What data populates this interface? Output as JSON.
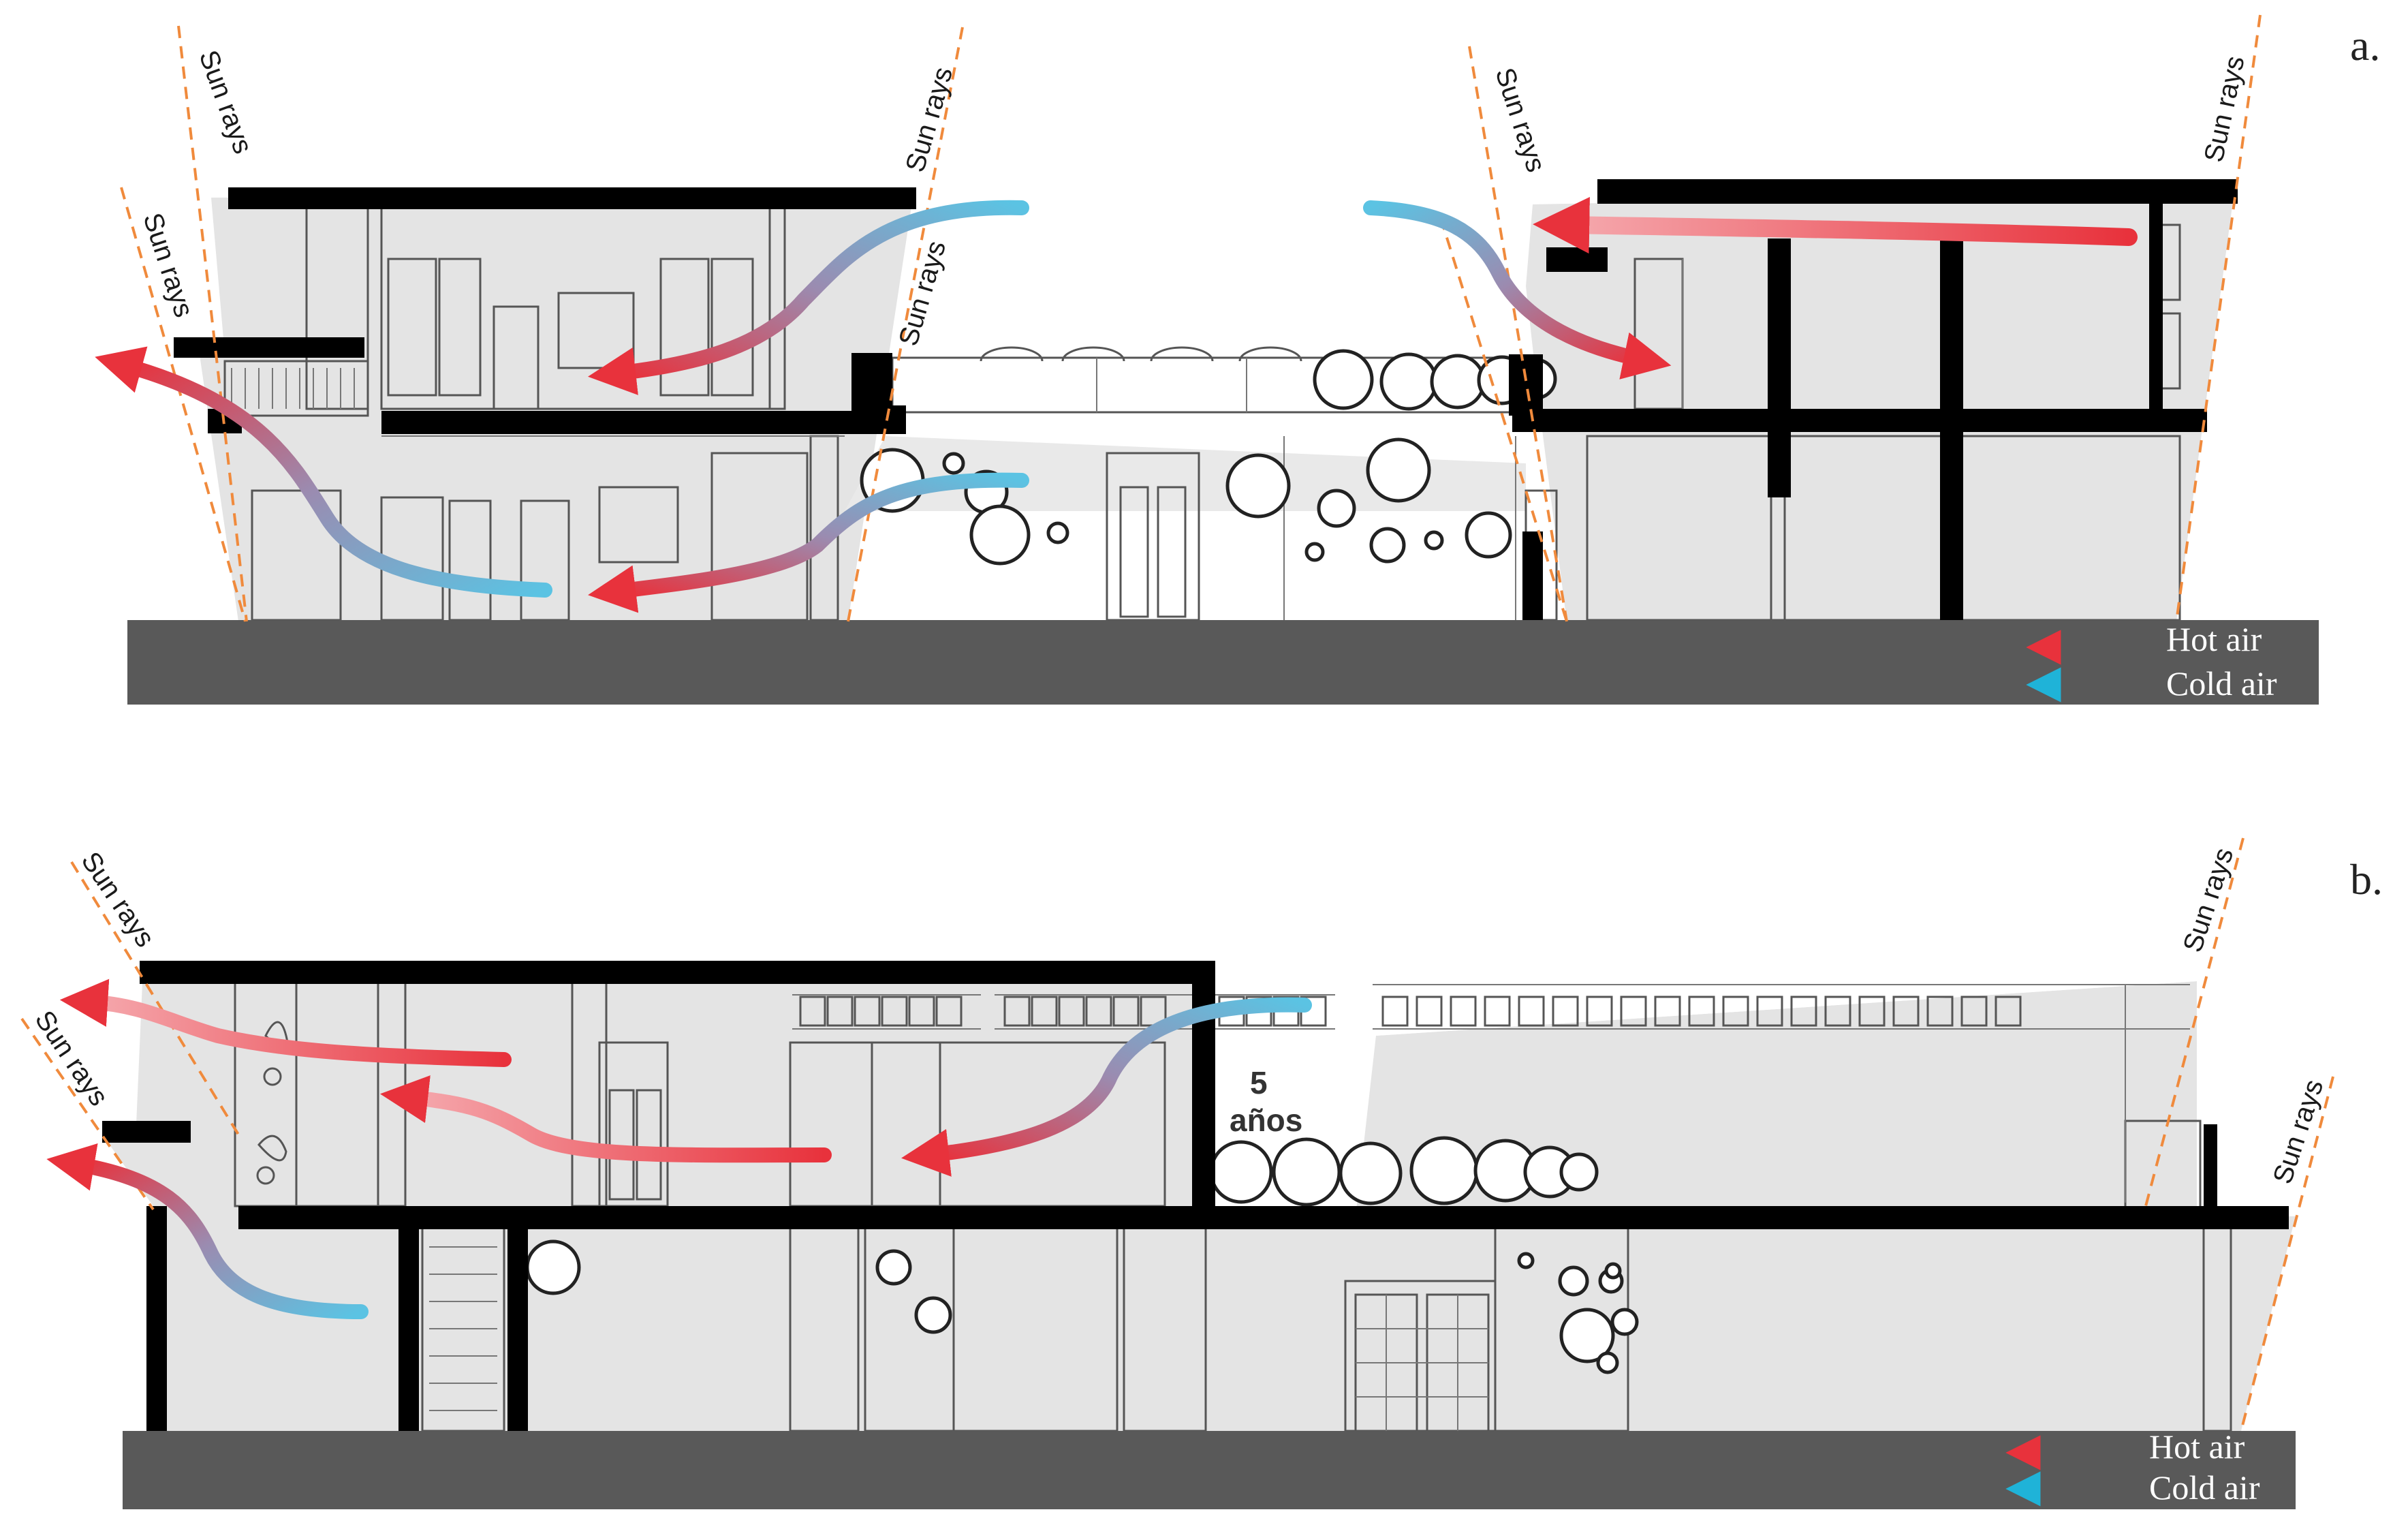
{
  "panels": [
    {
      "label": "a.",
      "sun_ray_labels": [
        "Sun rays",
        "Sun rays",
        "Sun rays",
        "Sun rays",
        "Sun rays",
        "Sun rays"
      ],
      "legend": {
        "hot": "Hot air",
        "cold": "Cold air"
      }
    },
    {
      "label": "b.",
      "sun_ray_labels": [
        "Sun rays",
        "Sun rays",
        "Sun rays",
        "Sun rays"
      ],
      "sign": {
        "line1": "5",
        "line2": "años"
      },
      "legend": {
        "hot": "Hot air",
        "cold": "Cold air"
      }
    }
  ],
  "colors": {
    "hot_air": "#e8323c",
    "cold_air": "#5bc3e3",
    "sun_ray": "#f08a3c",
    "ground": "#595959",
    "shade": "#e4e4e4",
    "structure": "#000000"
  },
  "icons": {
    "arrow_head": "arrow-head-icon"
  }
}
